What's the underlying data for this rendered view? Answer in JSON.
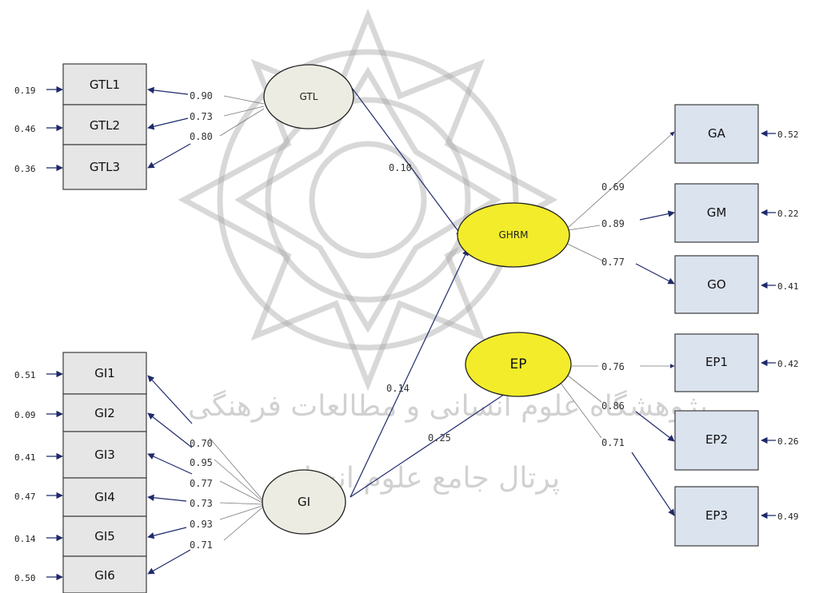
{
  "diagram": {
    "latent": {
      "gtl": "GTL",
      "gi": "GI",
      "ghrm": "GHRM",
      "ep": "EP"
    },
    "indicators": {
      "gtl": [
        {
          "label": "GTL1",
          "error": "0.19",
          "loading": "0.90"
        },
        {
          "label": "GTL2",
          "error": "0.46",
          "loading": "0.73"
        },
        {
          "label": "GTL3",
          "error": "0.36",
          "loading": "0.80"
        }
      ],
      "gi": [
        {
          "label": "GI1",
          "error": "0.51",
          "loading": "0.70"
        },
        {
          "label": "GI2",
          "error": "0.09",
          "loading": "0.95"
        },
        {
          "label": "GI3",
          "error": "0.41",
          "loading": "0.77"
        },
        {
          "label": "GI4",
          "error": "0.47",
          "loading": "0.73"
        },
        {
          "label": "GI5",
          "error": "0.14",
          "loading": "0.93"
        },
        {
          "label": "GI6",
          "error": "0.50",
          "loading": "0.71"
        }
      ],
      "ghrm": [
        {
          "label": "GA",
          "error": "0.52",
          "loading": "0.69"
        },
        {
          "label": "GM",
          "error": "0.22",
          "loading": "0.89"
        },
        {
          "label": "GO",
          "error": "0.41",
          "loading": "0.77"
        }
      ],
      "ep": [
        {
          "label": "EP1",
          "error": "0.42",
          "loading": "0.76"
        },
        {
          "label": "EP2",
          "error": "0.26",
          "loading": "0.86"
        },
        {
          "label": "EP3",
          "error": "0.49",
          "loading": "0.71"
        }
      ]
    },
    "structural": {
      "gtl_to_ghrm": "0.10",
      "gi_to_ghrm": "0.14",
      "gi_to_ep": "0.25"
    },
    "watermark": {
      "line1": "پژوهشگاه علوم انسانی و مطالعات فرهنگی",
      "line2": "پرتال جامع علوم انسانی"
    },
    "colors": {
      "path": "#1f2a6b",
      "latent_exogenous": "#ecece2",
      "latent_endogenous": "#f2ec2a"
    }
  }
}
